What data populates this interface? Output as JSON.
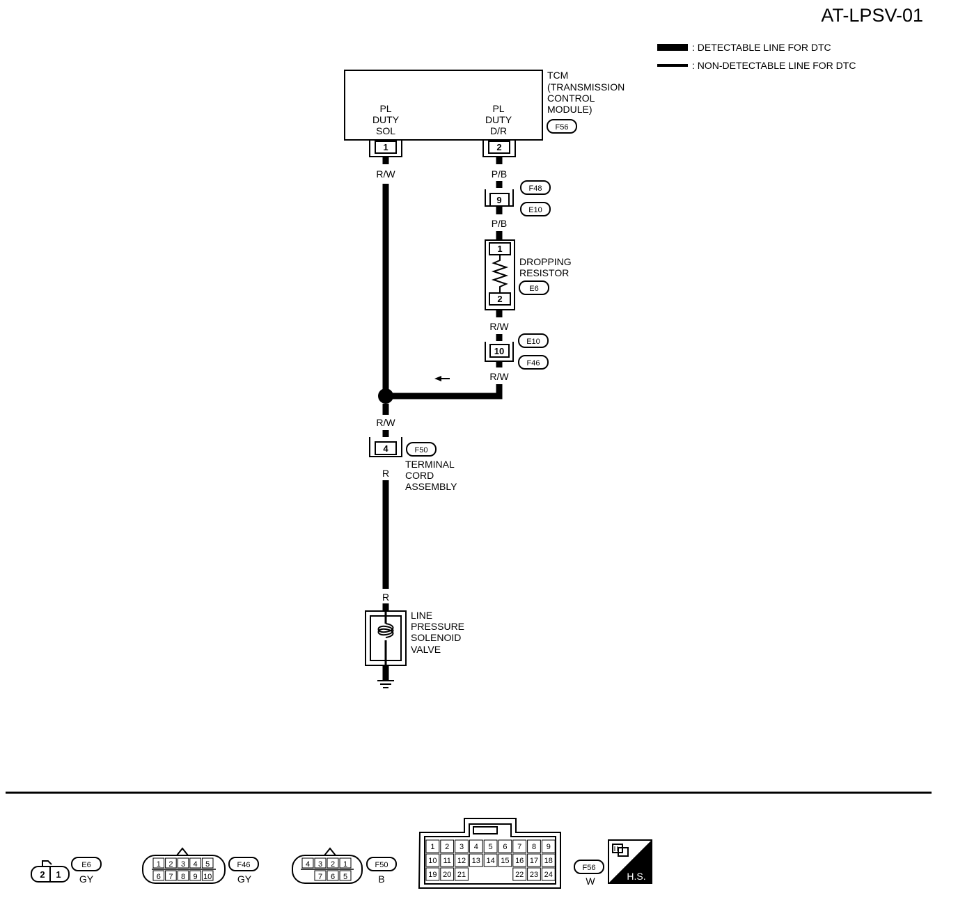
{
  "title": "AT-LPSV-01",
  "legend": {
    "detectable": ": DETECTABLE LINE FOR DTC",
    "non_detectable": ": NON-DETECTABLE LINE FOR DTC"
  },
  "tcm": {
    "name_lines": [
      "TCM",
      "(TRANSMISSION",
      "CONTROL",
      "MODULE)"
    ],
    "connector": "F56",
    "terminal_left": {
      "lines": [
        "PL",
        "DUTY",
        "SOL"
      ],
      "pin": "1"
    },
    "terminal_right": {
      "lines": [
        "PL",
        "DUTY",
        "D/R"
      ],
      "pin": "2"
    }
  },
  "wires": {
    "rw": "R/W",
    "pb": "P/B",
    "r": "R"
  },
  "joint_1": {
    "pin": "9",
    "connector_top": "F48",
    "connector_bottom": "E10"
  },
  "dropping_resistor": {
    "name_lines": [
      "DROPPING",
      "RESISTOR"
    ],
    "connector": "E6",
    "pin_top": "1",
    "pin_bottom": "2"
  },
  "joint_2": {
    "pin": "10",
    "connector_top": "E10",
    "connector_bottom": "F46"
  },
  "terminal_cord": {
    "pin": "4",
    "connector": "F50",
    "name_lines": [
      "TERMINAL",
      "CORD",
      "ASSEMBLY"
    ]
  },
  "solenoid": {
    "name_lines": [
      "LINE",
      "PRESSURE",
      "SOLENOID",
      "VALVE"
    ]
  },
  "connectors": {
    "e6": {
      "code": "E6",
      "color": "GY",
      "pins": [
        "2",
        "1"
      ]
    },
    "f46": {
      "code": "F46",
      "color": "GY",
      "top": [
        "1",
        "2",
        "3",
        "4",
        "5"
      ],
      "bottom": [
        "6",
        "7",
        "8",
        "9",
        "10"
      ]
    },
    "f50": {
      "code": "F50",
      "color": "B",
      "top": [
        "4",
        "3",
        "2",
        "1"
      ],
      "bottom": [
        "7",
        "6",
        "5"
      ]
    },
    "f56": {
      "code": "F56",
      "color": "W",
      "row1": [
        "1",
        "2",
        "3",
        "4",
        "5",
        "6",
        "7",
        "8",
        "9"
      ],
      "row2": [
        "10",
        "11",
        "12",
        "13",
        "14",
        "15",
        "16",
        "17",
        "18"
      ],
      "row3": [
        "19",
        "20",
        "21",
        "",
        "",
        "",
        "22",
        "23",
        "24"
      ]
    },
    "hs": "H.S."
  }
}
